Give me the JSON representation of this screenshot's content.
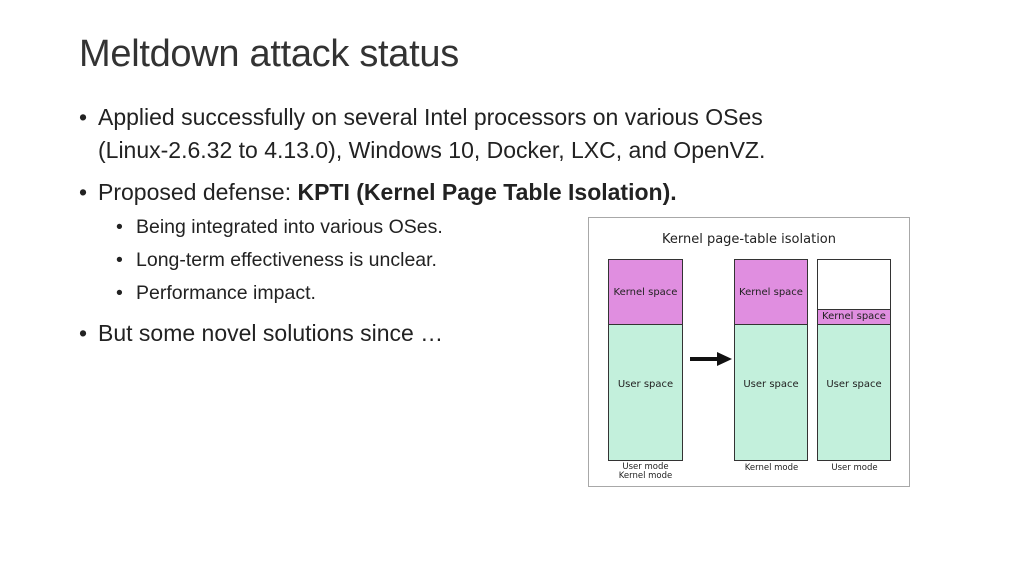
{
  "title": "Meltdown attack status",
  "bullets": [
    {
      "line1": "Applied successfully on several Intel processors on various OSes",
      "line2": "(Linux-2.6.32 to 4.13.0), Windows 10, Docker, LXC, and OpenVZ."
    },
    {
      "prefix": "Proposed defense: ",
      "bold": "KPTI (Kernel Page Table Isolation).",
      "sub": [
        "Being integrated into various OSes.",
        "Long-term effectiveness is unclear.",
        "Performance impact."
      ]
    },
    {
      "text": "But some novel solutions since …"
    }
  ],
  "figure": {
    "title": "Kernel page-table isolation",
    "before": {
      "kernel_label": "Kernel space",
      "user_label": "User space",
      "mode_line1": "User mode",
      "mode_line2": "Kernel mode"
    },
    "after_kernel": {
      "kernel_label": "Kernel space",
      "user_label": "User space",
      "mode": "Kernel mode"
    },
    "after_user": {
      "kernel_label": "Kernel space",
      "user_label": "User space",
      "mode": "User mode"
    },
    "colors": {
      "kernel": "#e08ee0",
      "user": "#c3f0dc"
    },
    "arrow_icon": "right-arrow-icon"
  }
}
